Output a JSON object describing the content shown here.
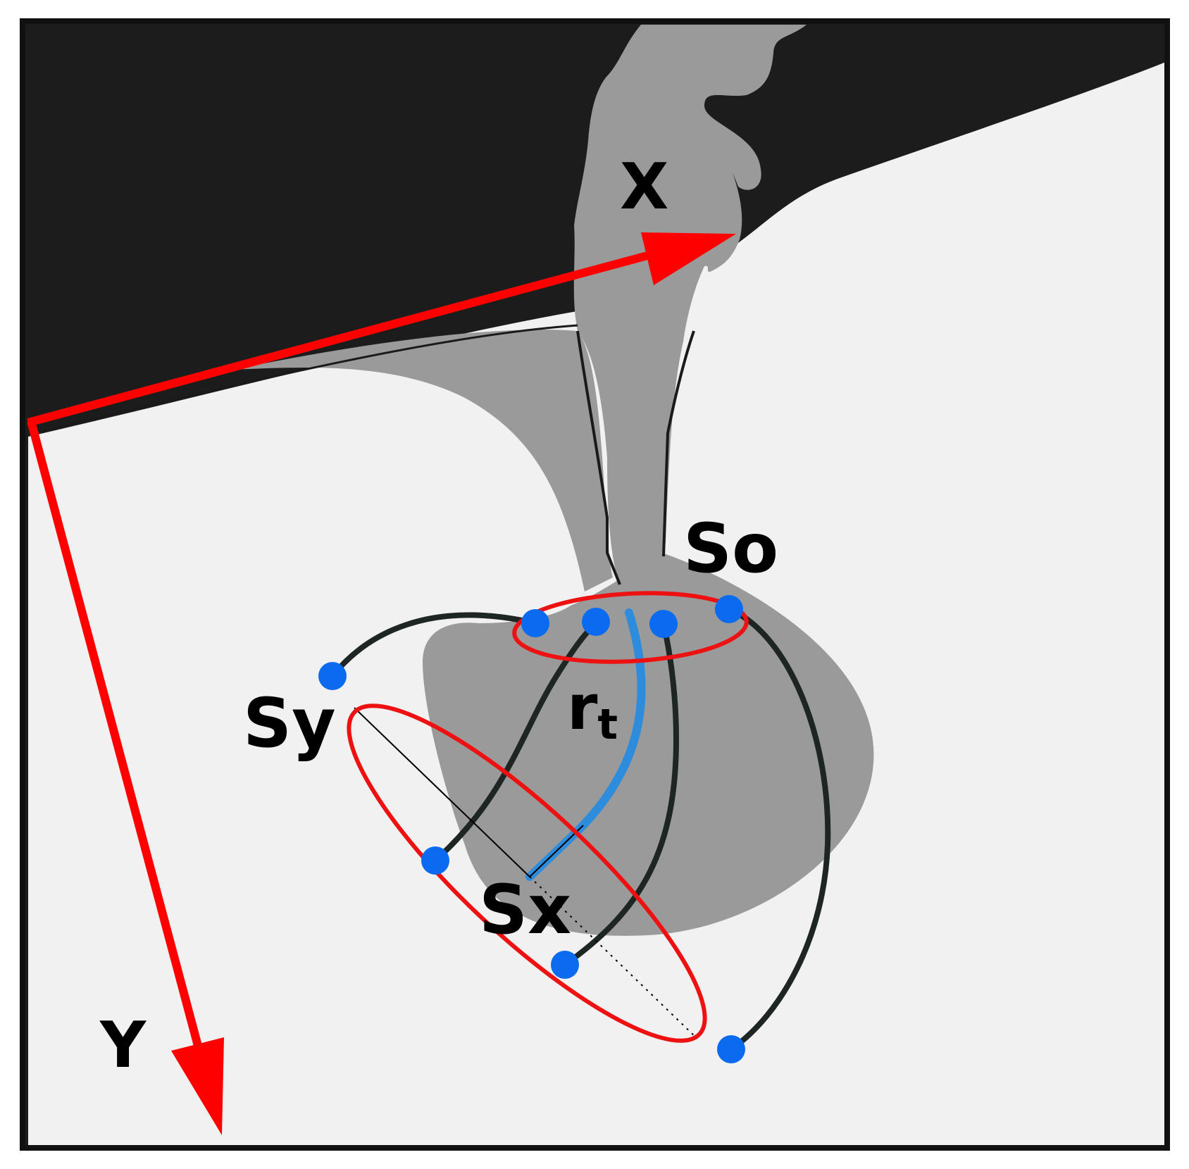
{
  "labels": {
    "x_axis": "X",
    "y_axis": "Y",
    "so": "So",
    "sy": "Sy",
    "sx": "Sx",
    "rt_main": "r",
    "rt_sub": "t"
  },
  "colors": {
    "background_dark": "#1c1c1c",
    "tissue_light": "#f1f1f1",
    "gray_shape": "#9a9a9a",
    "axis_red": "#ff0000",
    "ellipse_red": "#ee1111",
    "curve_dark": "#1e2624",
    "point_blue": "#0a6af0",
    "radius_blue": "#2e8cdc",
    "frame": "#111111"
  }
}
